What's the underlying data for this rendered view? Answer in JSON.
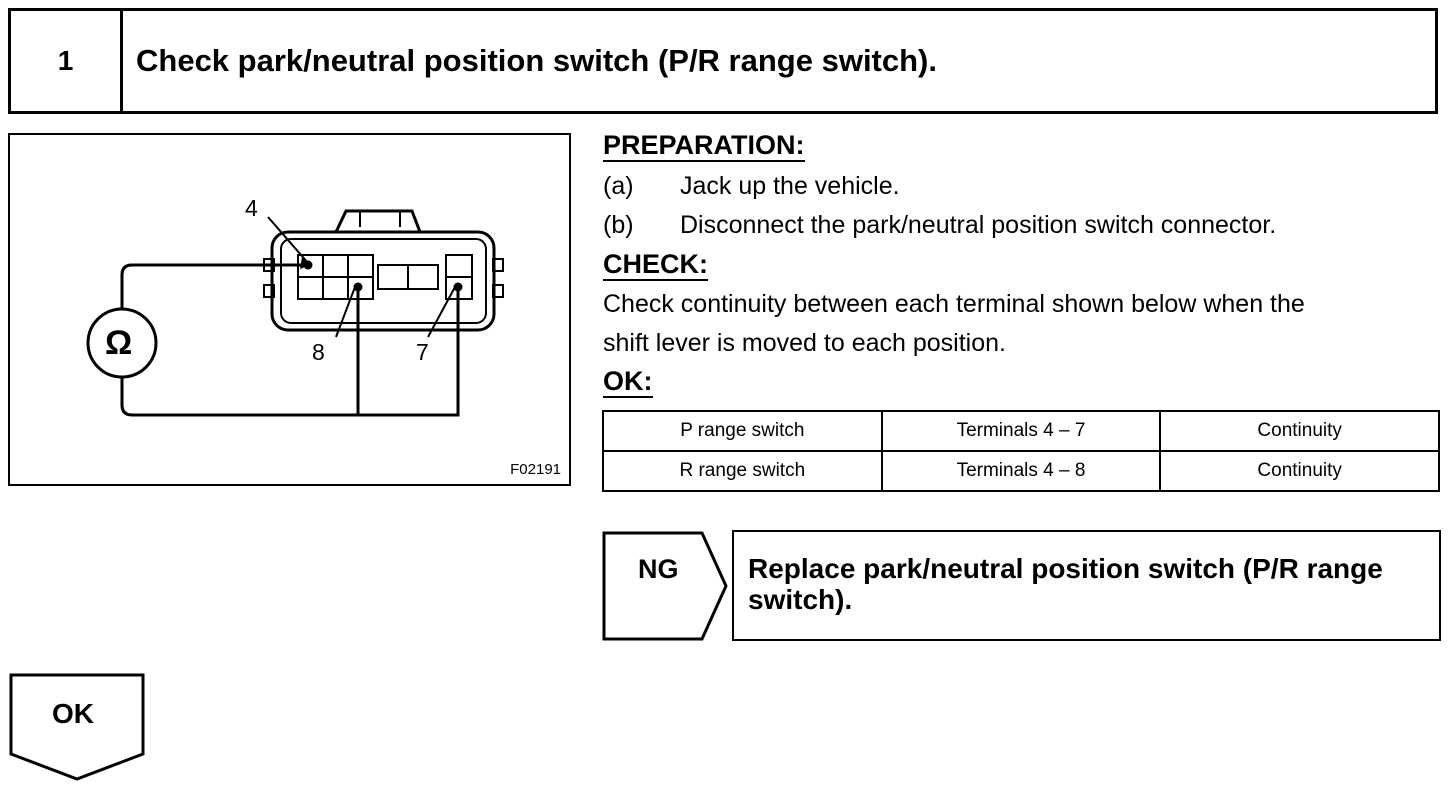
{
  "step": {
    "number": "1",
    "title": "Check park/neutral position switch (P/R range switch)."
  },
  "illustration": {
    "ohm_symbol": "Ω",
    "terminal_labels": [
      "4",
      "8",
      "7"
    ],
    "figure_code": "F02191"
  },
  "preparation": {
    "heading": "PREPARATION:",
    "items": [
      {
        "mark": "(a)",
        "text": "Jack up the vehicle."
      },
      {
        "mark": "(b)",
        "text": "Disconnect the park/neutral position switch connector."
      }
    ]
  },
  "check": {
    "heading": "CHECK:",
    "lines": [
      "Check continuity between each terminal shown below when the",
      "shift lever is moved to each position."
    ]
  },
  "ok": {
    "heading": "OK:",
    "rows": [
      [
        "P range switch",
        "Terminals 4 – 7",
        "Continuity"
      ],
      [
        "R range switch",
        "Terminals 4 – 8",
        "Continuity"
      ]
    ]
  },
  "ng": {
    "label": "NG",
    "action": "Replace park/neutral position switch (P/R range switch)."
  },
  "ok_arrow": {
    "label": "OK"
  }
}
